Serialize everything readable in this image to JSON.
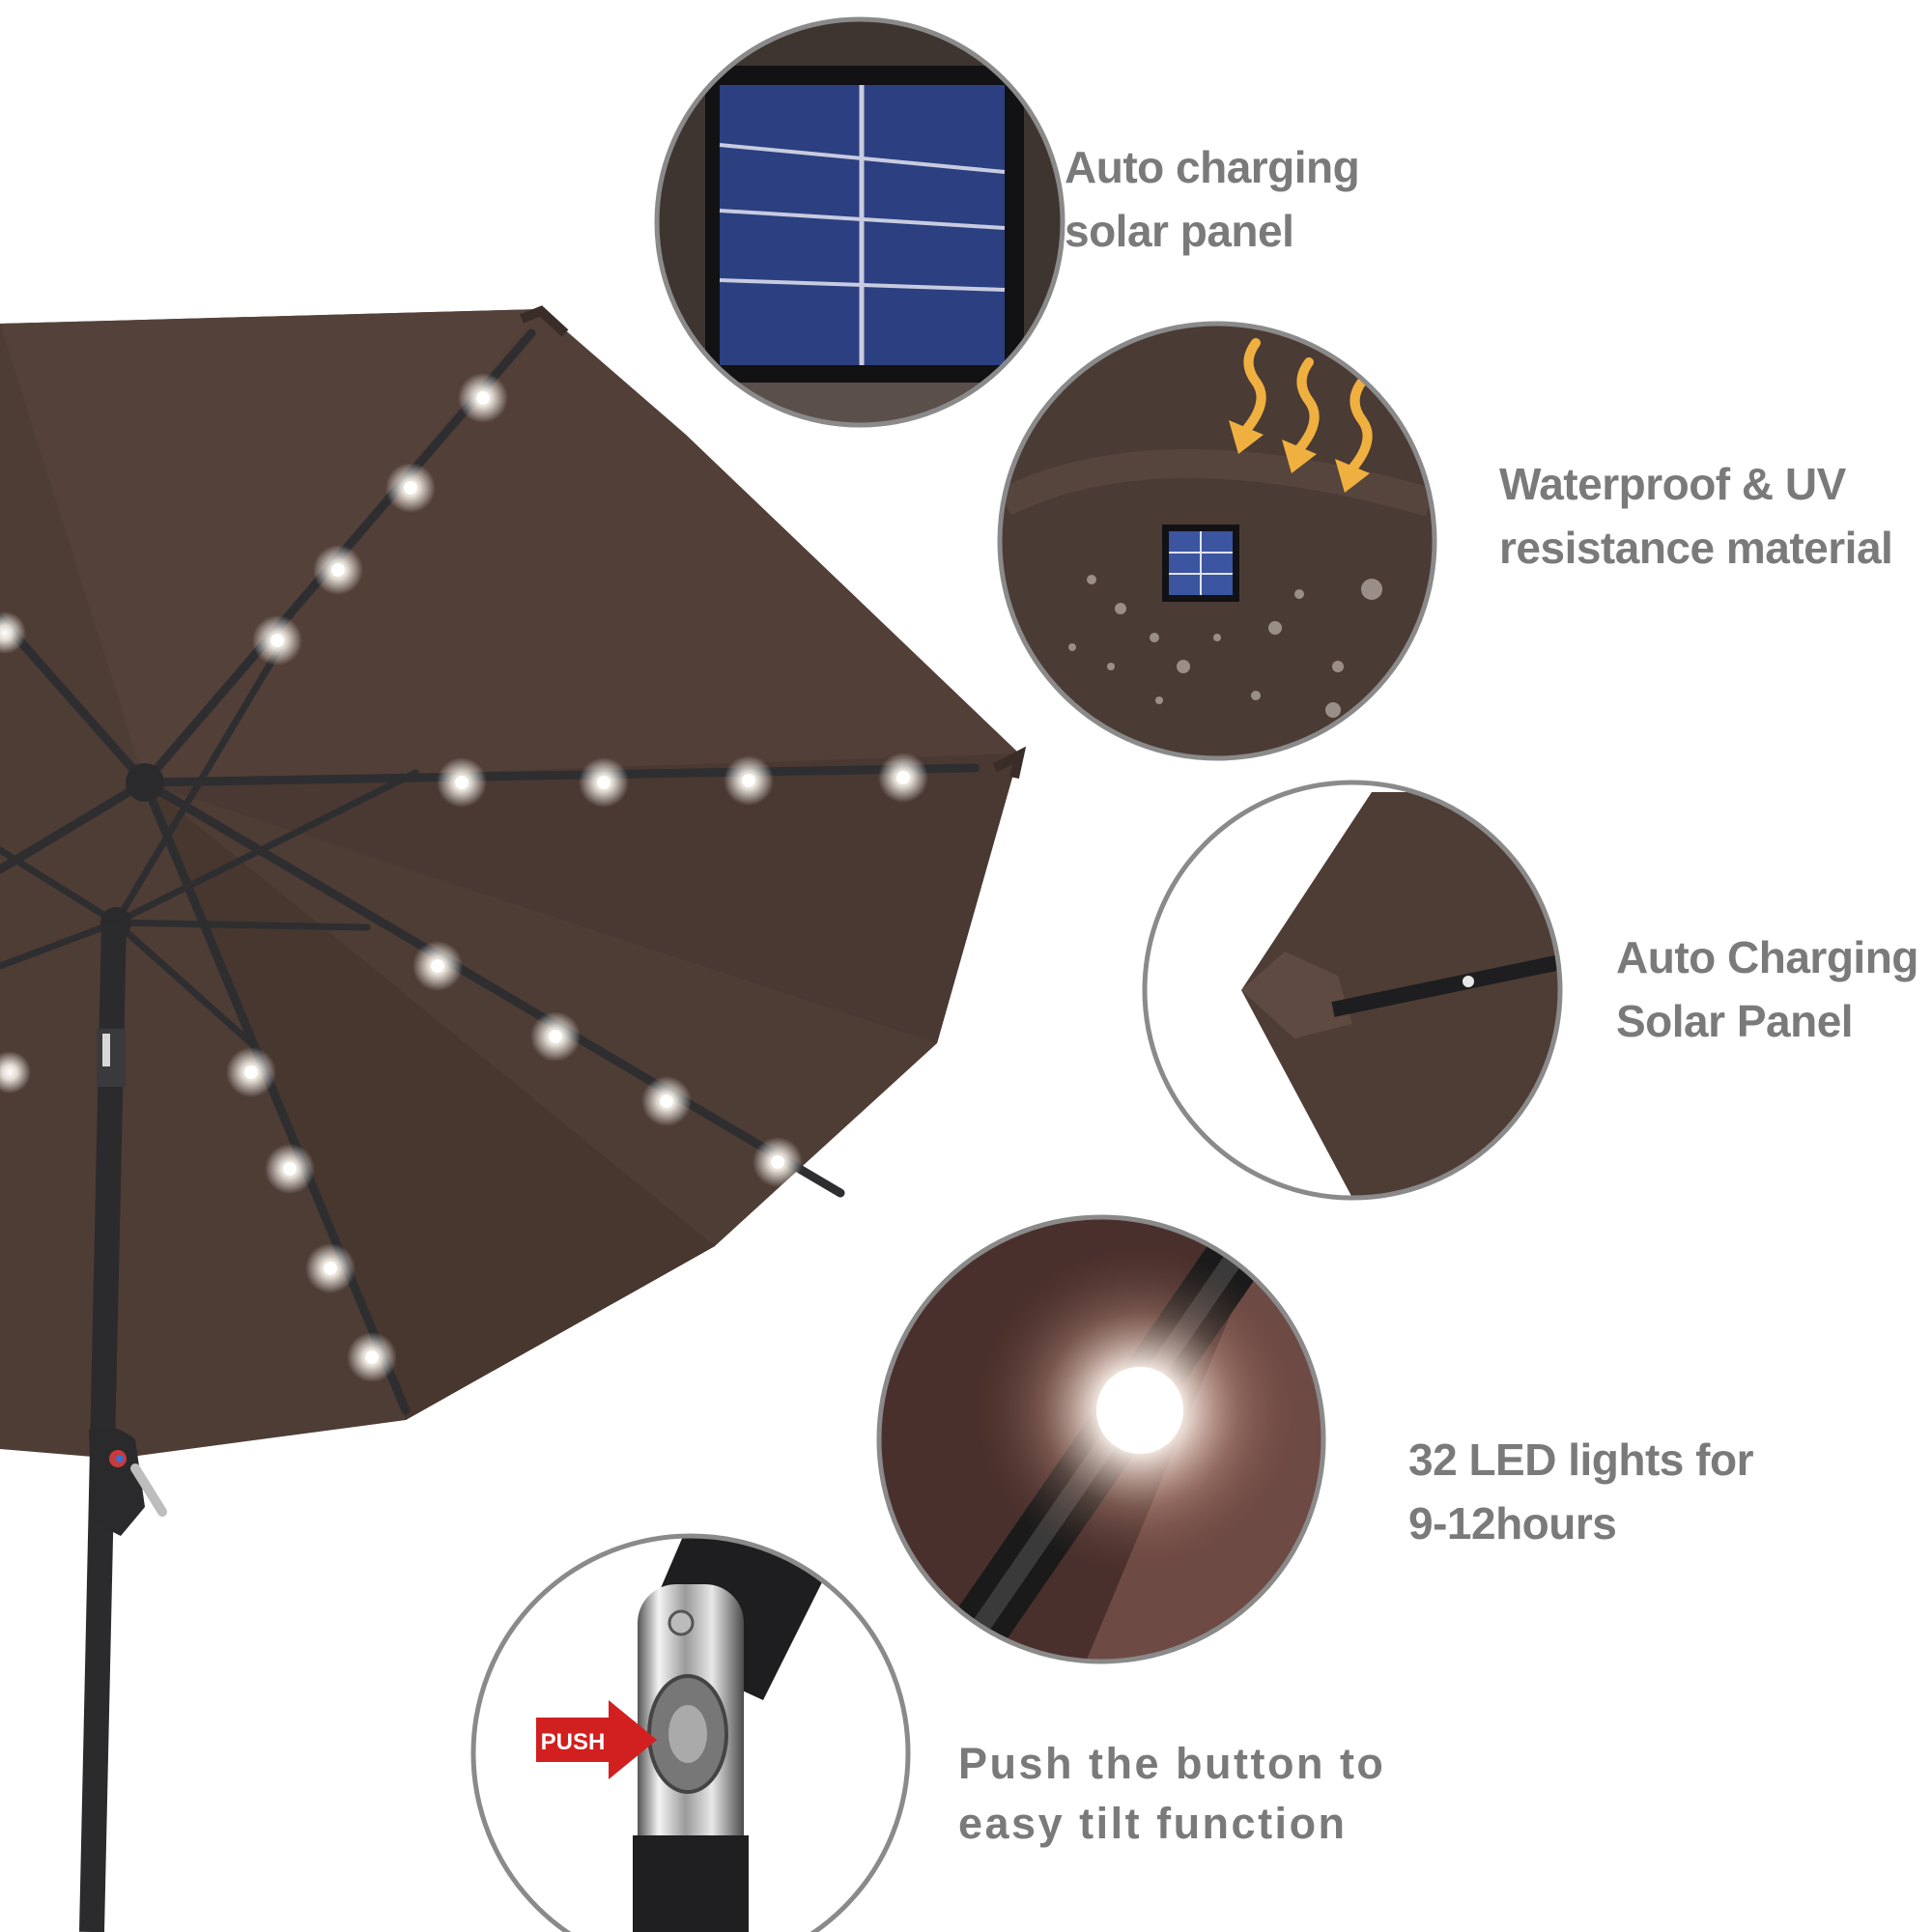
{
  "features": [
    {
      "id": "solar-panel",
      "lines": [
        "Auto charging",
        "solar panel"
      ]
    },
    {
      "id": "waterproof",
      "lines": [
        "Waterproof & UV",
        "resistance material"
      ]
    },
    {
      "id": "rib-end",
      "lines": [
        "Auto Charging",
        "Solar Panel"
      ]
    },
    {
      "id": "led",
      "lines": [
        "32 LED lights for",
        "9-12hours"
      ]
    },
    {
      "id": "tilt",
      "lines": [
        "Push the button to",
        "easy tilt function"
      ]
    }
  ],
  "push_badge": "PUSH",
  "colors": {
    "canopy": "#4e3d35",
    "canopy_dark": "#3c2e28",
    "frame": "#2e2e30",
    "label_text": "#7a7a7a",
    "push_red": "#d21f1f",
    "circle_border": "#8a8a8a",
    "solar_blue": "#2c3f80"
  }
}
